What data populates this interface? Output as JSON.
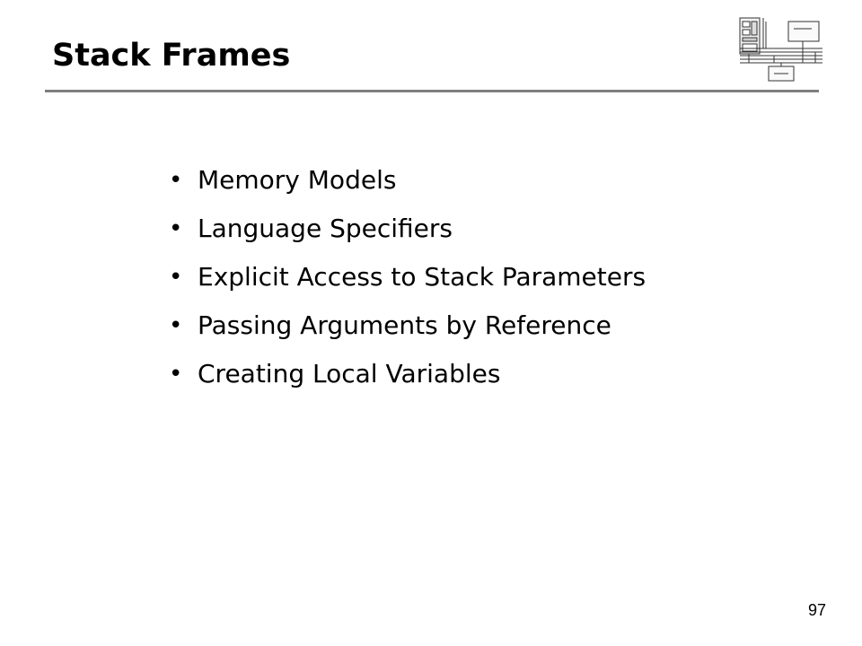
{
  "slide": {
    "title": "Stack Frames",
    "bullets": [
      "Memory Models",
      "Language Specifiers",
      "Explicit Access to Stack Parameters",
      "Passing Arguments by Reference",
      "Creating Local Variables"
    ],
    "page_number": "97",
    "logo_icon": "computer-architecture-diagram-icon"
  }
}
